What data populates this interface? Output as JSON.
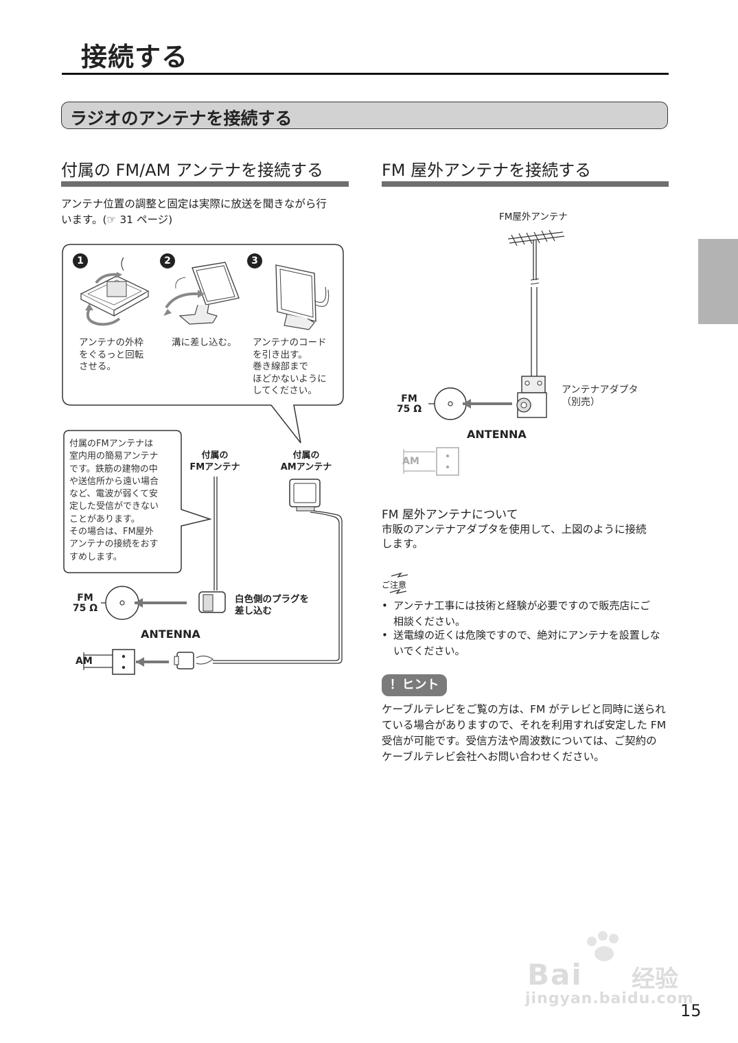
{
  "page": {
    "title": "接続する",
    "section_title": "ラジオのアンテナを接続する",
    "page_number": "15"
  },
  "left": {
    "heading": "付属の FM/AM アンテナを接続する",
    "intro_line1": "アンテナ位置の調整と固定は実際に放送を聞きながら行",
    "intro_line2": "います。(☞ 31 ページ)",
    "steps": [
      {
        "num": "1",
        "lines": [
          "アンテナの外枠",
          "をぐるっと回転",
          "させる。"
        ]
      },
      {
        "num": "2",
        "lines": [
          "溝に差し込む。"
        ]
      },
      {
        "num": "3",
        "lines": [
          "アンテナのコード",
          "を引き出す。",
          "巻き線部まで",
          "ほどかないように",
          "してください。"
        ]
      }
    ],
    "note_lines": [
      "付属のFMアンテナは",
      "室内用の簡易アンテナ",
      "です。鉄筋の建物の中",
      "や送信所から遠い場合",
      "など、電波が弱くて安",
      "定した受信ができない",
      "ことがあります。",
      "その場合は、FM屋外",
      "アンテナの接続をおす",
      "すめします。"
    ],
    "fm_antenna_label": [
      "付属の",
      "FMアンテナ"
    ],
    "am_antenna_label": [
      "付属の",
      "AMアンテナ"
    ],
    "plug_label": [
      "白色側のプラグを",
      "差し込む"
    ],
    "fm_jack": [
      "FM",
      "75 Ω"
    ],
    "antenna_label": "ANTENNA",
    "am_jack": "AM"
  },
  "right": {
    "heading": "FM 屋外アンテナを接続する",
    "outdoor_antenna_label": "FM屋外アンテナ",
    "adapter_label": [
      "アンテナアダプタ",
      "（別売）"
    ],
    "fm_jack": [
      "FM",
      "75 Ω"
    ],
    "antenna_label": "ANTENNA",
    "am_jack": "AM",
    "about_heading": "FM 屋外アンテナについて",
    "about_line1": "市販のアンテナアダプタを使用して、上図のように接続",
    "about_line2": "します。",
    "caution_label": "ご注意",
    "cautions": [
      [
        "アンテナ工事には技術と経験が必要ですので販売店にご",
        "相談ください。"
      ],
      [
        "送電線の近くは危険ですので、絶対にアンテナを設置しな",
        "いでください。"
      ]
    ],
    "hint_label": "！ヒント",
    "hint_lines": [
      "ケーブルテレビをご覧の方は、FM がテレビと同時に送られ",
      "ている場合がありますので、それを利用すれば安定した FM",
      "受信が可能です。受信方法や周波数については、ご契約の",
      "ケーブルテレビ会社へお問い合わせください。"
    ]
  },
  "watermark": {
    "logo": "Bai",
    "logo2": "经验",
    "url": "jingyan.baidu.com"
  }
}
